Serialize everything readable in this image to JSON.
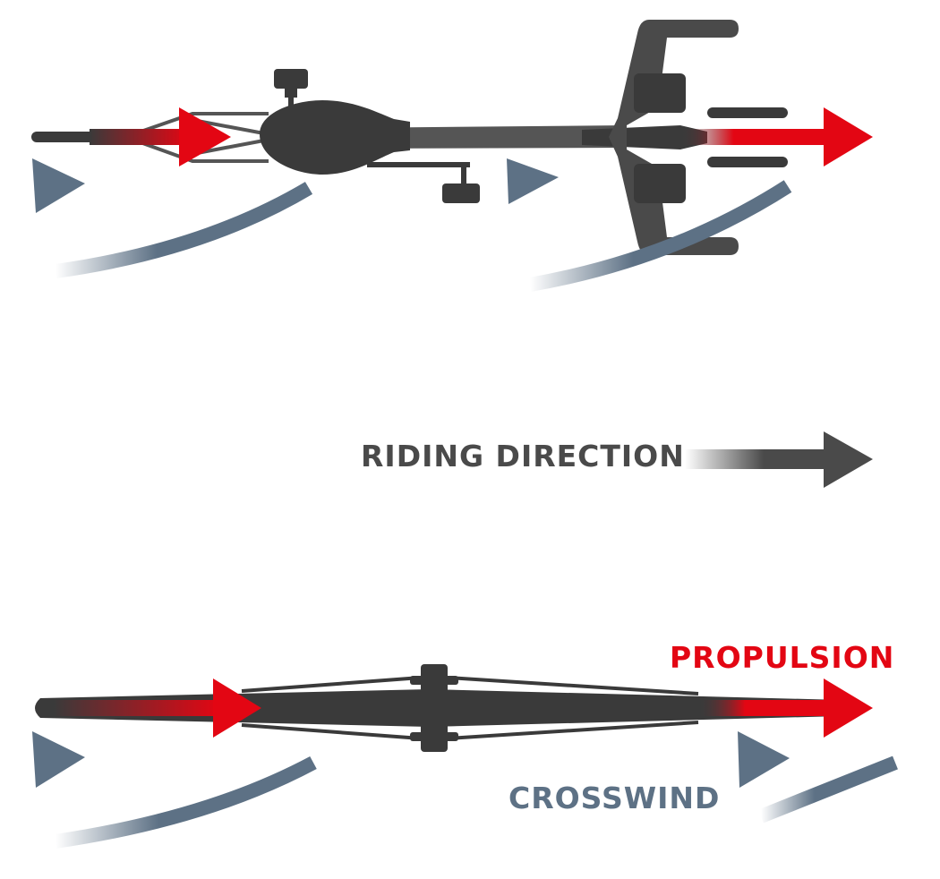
{
  "labels": {
    "riding_direction": "RIDING DIRECTION",
    "propulsion": "PROPULSION",
    "crosswind": "CROSSWIND"
  },
  "colors": {
    "bike": "#3a3a3a",
    "bike_light": "#555555",
    "propulsion": "#e30613",
    "crosswind": "#5d7185",
    "riding_arrow": "#4a4a4a"
  }
}
